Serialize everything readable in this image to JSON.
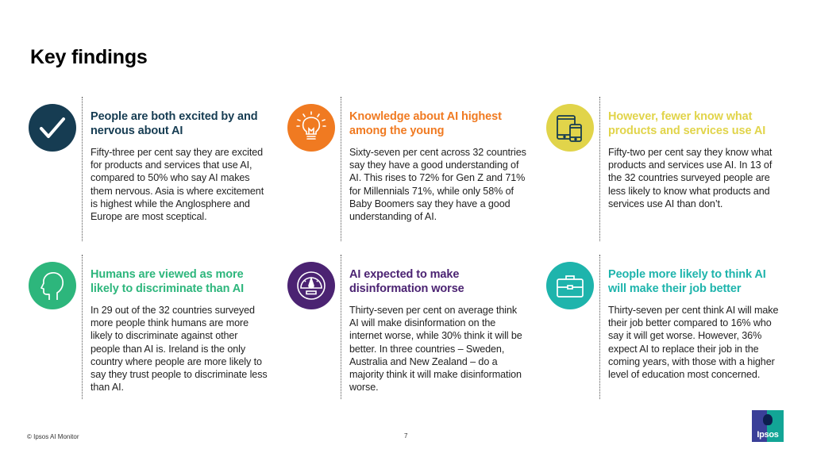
{
  "page": {
    "title": "Key findings"
  },
  "colors": {
    "navy": "#163c52",
    "orange": "#f07a21",
    "yellow": "#e1d44a",
    "green": "#2db67c",
    "purple": "#4b2372",
    "teal": "#1eb4ac"
  },
  "findings": [
    {
      "icon": "checkmark-icon",
      "heading": "People are both excited by and nervous about AI",
      "body": "Fifty-three per cent say they are excited for products and services that use AI, compared to 50% who say AI makes them nervous. Asia is where excitement is highest while the Anglosphere and Europe are most sceptical."
    },
    {
      "icon": "lightbulb-icon",
      "heading": "Knowledge about AI highest among the young",
      "body": "Sixty-seven per cent across 32 countries say they have a good understanding of AI. This rises to 72% for Gen Z and 71% for Millennials 71%, while only 58% of Baby Boomers say they have a good understanding of AI."
    },
    {
      "icon": "devices-icon",
      "heading": "However, fewer know what products and services use AI",
      "body": "Fifty-two per cent say they know what products and services use AI. In 13 of the 32 countries surveyed people are less likely to know what products and services use AI than don’t."
    },
    {
      "icon": "human-head-icon",
      "heading": "Humans are viewed as more likely to discriminate than AI",
      "body": "In 29 out of the 32 countries surveyed more people think humans are more likely to discriminate against other people than AI is. Ireland is the only country where people are more likely to say they trust people to discriminate less than AI."
    },
    {
      "icon": "gauge-icon",
      "heading": "AI expected to make disinformation worse",
      "body": "Thirty-seven per cent on average think AI will make disinformation on the internet worse, while 30% think it will be better. In three countries – Sweden, Australia and New Zealand – do a majority think it will make disinformation worse."
    },
    {
      "icon": "briefcase-icon",
      "heading": "People more likely to think AI will make their job better",
      "body": "Thirty-seven per cent think AI will make their job better compared to 16% who say it will get worse. However, 36% expect AI to replace their job in the coming years, with those with a higher level of education most concerned."
    }
  ],
  "footer": {
    "copyright": "© Ipsos AI Monitor",
    "page_number": "7",
    "logo_text": "Ipsos"
  }
}
